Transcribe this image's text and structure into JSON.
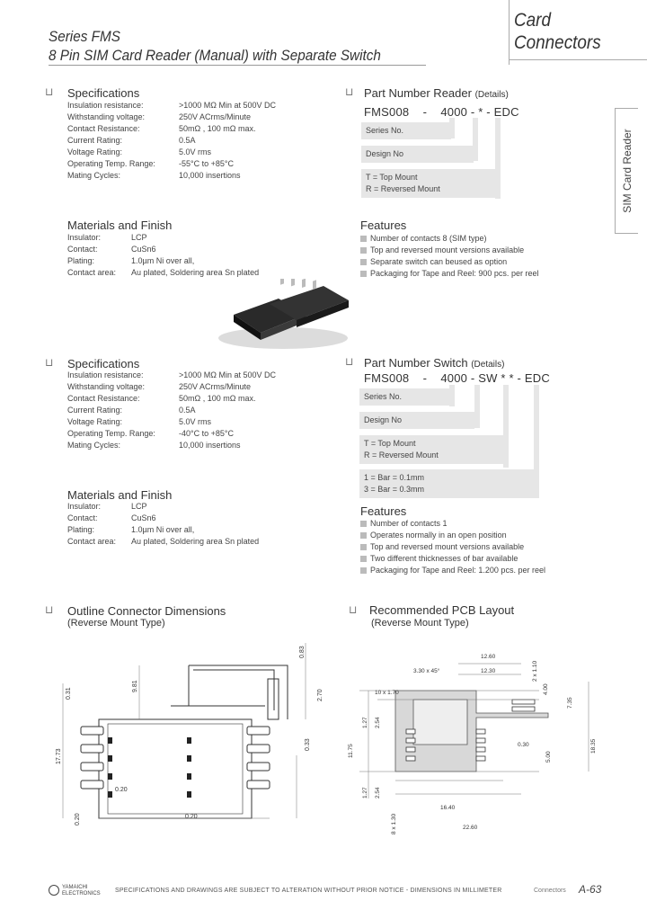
{
  "header": {
    "series": "Series FMS",
    "title": "8 Pin SIM Card Reader (Manual) with Separate Switch",
    "category_line1": "Card",
    "category_line2": "Connectors",
    "side_tab": "SIM Card Reader"
  },
  "reader": {
    "specs_title": "Specifications",
    "specs": [
      {
        "k": "Insulation resistance:",
        "v": ">1000 MΩ  Min at 500V DC"
      },
      {
        "k": "Withstanding voltage:",
        "v": "250V ACrms/Minute"
      },
      {
        "k": "Contact Resistance:",
        "v": "50mΩ , 100 mΩ  max."
      },
      {
        "k": "Current Rating:",
        "v": "0.5A"
      },
      {
        "k": "Voltage Rating:",
        "v": "5.0V rms"
      },
      {
        "k": "Operating Temp. Range:",
        "v": "-55°C to +85°C"
      },
      {
        "k": "Mating Cycles:",
        "v": "10,000 insertions"
      }
    ],
    "materials_title": "Materials and Finish",
    "materials": [
      {
        "k": "Insulator:",
        "v": "LCP"
      },
      {
        "k": "Contact:",
        "v": "CuSn6"
      },
      {
        "k": "Plating:",
        "v": "1.0µm Ni over all,"
      },
      {
        "k": "Contact area:",
        "v": "Au plated, Soldering area Sn plated"
      }
    ],
    "pn_title": "Part Number Reader",
    "pn_details": "(Details)",
    "pn_code": "FMS008    -    4000 - * - EDC",
    "pn_boxes": [
      "Series No.",
      "Design No",
      "T = Top Mount",
      "R = Reversed Mount"
    ],
    "features_title": "Features",
    "features": [
      "Number of contacts 8 (SIM type)",
      "Top and reversed mount versions available",
      "Separate switch can beused as option",
      "Packaging for Tape and Reel: 900 pcs. per reel"
    ]
  },
  "switch": {
    "specs_title": "Specifications",
    "specs": [
      {
        "k": "Insulation resistance:",
        "v": ">1000 MΩ  Min at 500V DC"
      },
      {
        "k": "Withstanding voltage:",
        "v": "250V ACrms/Minute"
      },
      {
        "k": "Contact Resistance:",
        "v": "50mΩ , 100 mΩ  max."
      },
      {
        "k": "Current Rating:",
        "v": "0.5A"
      },
      {
        "k": "Voltage Rating:",
        "v": "5.0V rms"
      },
      {
        "k": "Operating Temp. Range:",
        "v": "-40°C to +85°C"
      },
      {
        "k": "Mating Cycles:",
        "v": "10,000 insertions"
      }
    ],
    "materials_title": "Materials and Finish",
    "materials": [
      {
        "k": "Insulator:",
        "v": "LCP"
      },
      {
        "k": "Contact:",
        "v": "CuSn6"
      },
      {
        "k": "Plating:",
        "v": "1.0µm Ni over all,"
      },
      {
        "k": "Contact area:",
        "v": "Au plated, Soldering area Sn plated"
      }
    ],
    "pn_title": "Part Number Switch",
    "pn_details": "(Details)",
    "pn_code": "FMS008    -    4000 - SW * * - EDC",
    "pn_boxes": [
      "Series No.",
      "Design No",
      "T = Top Mount",
      "R = Reversed Mount",
      "1 = Bar = 0.1mm",
      "3 = Bar = 0.3mm"
    ],
    "features_title": "Features",
    "features": [
      "Number of contacts 1",
      "Operates normally in an open position",
      "Top and reversed mount versions available",
      "Two different thicknesses of bar available",
      "Packaging for Tape and Reel: 1.200 pcs. per reel"
    ]
  },
  "outline": {
    "title": "Outline Connector Dimensions",
    "subtitle": "(Reverse Mount Type)",
    "dims": [
      "0.83",
      "9.81",
      "0.31",
      "2.70",
      "17.73",
      "0.33",
      "0.20",
      "0.20",
      "0.20"
    ]
  },
  "pcb": {
    "title": "Recommended PCB Layout",
    "subtitle": "(Reverse Mount Type)",
    "dims": [
      "12.60",
      "3.30 x 45°",
      "12.30",
      "2 x 1.10",
      "10 x 1.70",
      "4.00",
      "7.35",
      "1.27",
      "2.54",
      "11.75",
      "0.30",
      "5.00",
      "18.35",
      "1.27",
      "2.54",
      "8 x 1.30",
      "16.40",
      "22.60"
    ]
  },
  "footer": {
    "logo_line1": "YAMAICHI",
    "logo_line2": "ELECTRONICS",
    "notice": "SPECIFICATIONS AND DRAWINGS ARE SUBJECT TO ALTERATION WITHOUT PRIOR NOTICE - DIMENSIONS IN MILLIMETER",
    "category": "Connectors",
    "page": "A-63"
  },
  "colors": {
    "box_fill": "#e6e6e6",
    "bullet": "#bbbbbb",
    "rule": "#999999"
  }
}
